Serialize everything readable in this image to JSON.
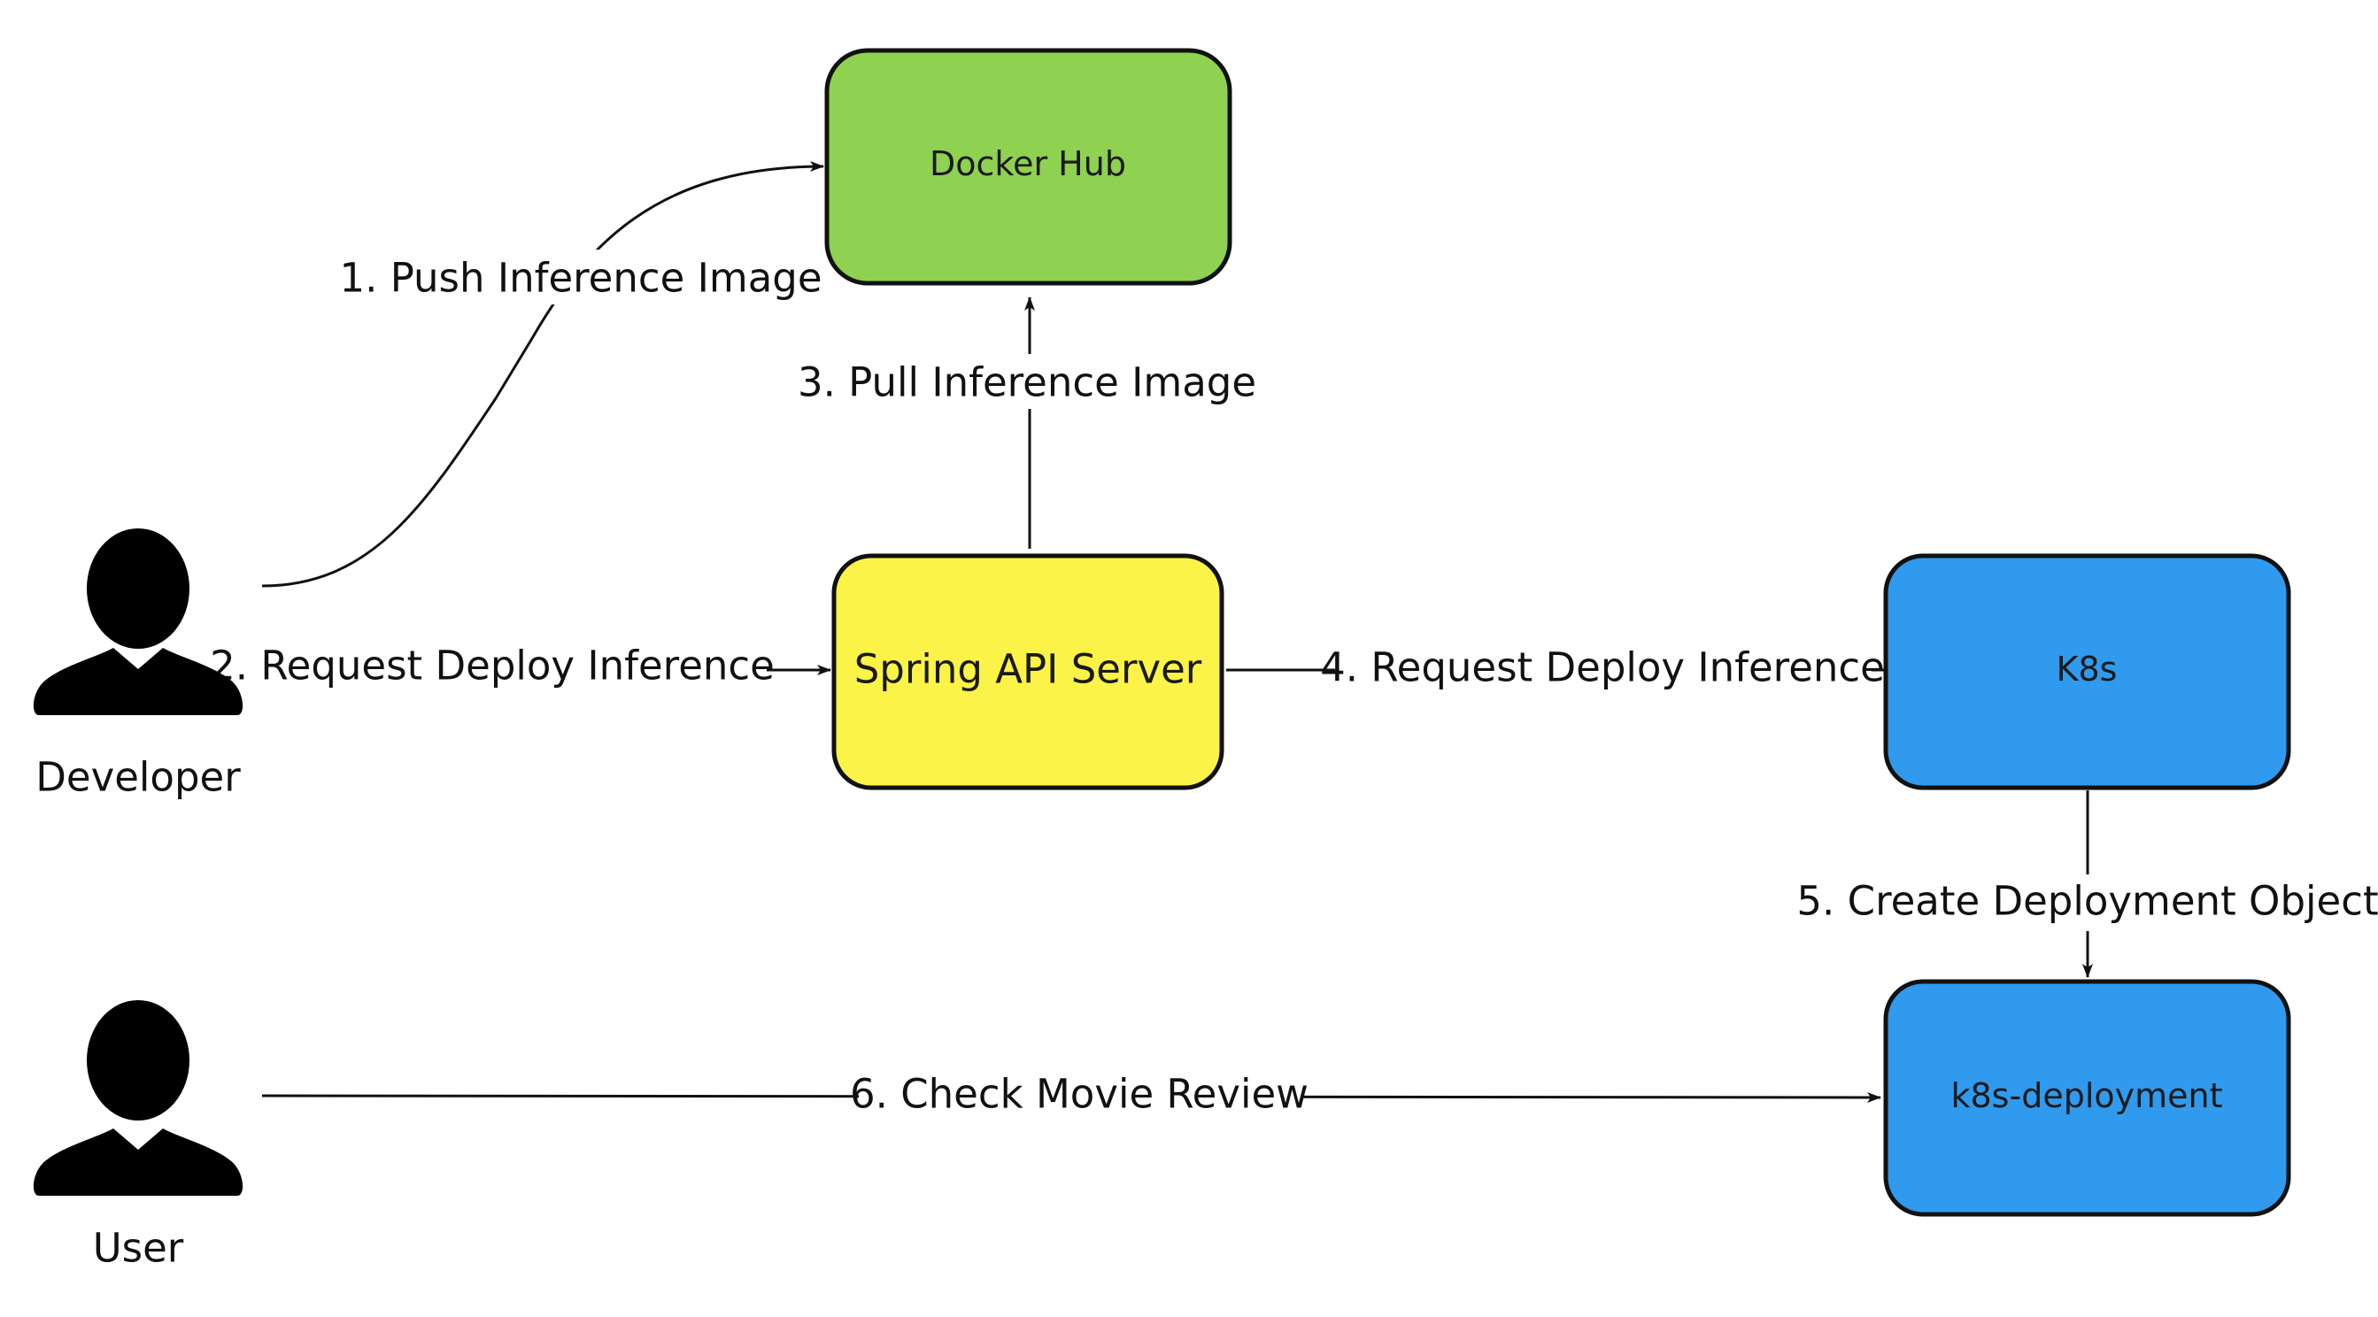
{
  "actors": {
    "developer": {
      "label": "Developer"
    },
    "user": {
      "label": "User"
    }
  },
  "nodes": {
    "docker_hub": {
      "label": "Docker Hub",
      "color": "#8fd150"
    },
    "spring_api": {
      "label": "Spring API Server",
      "color": "#fbf347"
    },
    "k8s": {
      "label": "K8s",
      "color": "#2f9aee"
    },
    "k8s_deployment": {
      "label": "k8s-deployment",
      "color": "#2f9aee"
    }
  },
  "edges": [
    {
      "from": "Developer",
      "to": "Docker Hub",
      "label": "1. Push Inference Image"
    },
    {
      "from": "Developer",
      "to": "Spring API Server",
      "label": "2. Request Deploy Inference"
    },
    {
      "from": "Spring API Server",
      "to": "Docker Hub",
      "label": "3. Pull Inference Image"
    },
    {
      "from": "Spring API Server",
      "to": "K8s",
      "label": "4. Request Deploy Inference"
    },
    {
      "from": "K8s",
      "to": "k8s-deployment",
      "label": "5. Create Deployment Object"
    },
    {
      "from": "User",
      "to": "k8s-deployment",
      "label": "6. Check Movie Review"
    }
  ]
}
